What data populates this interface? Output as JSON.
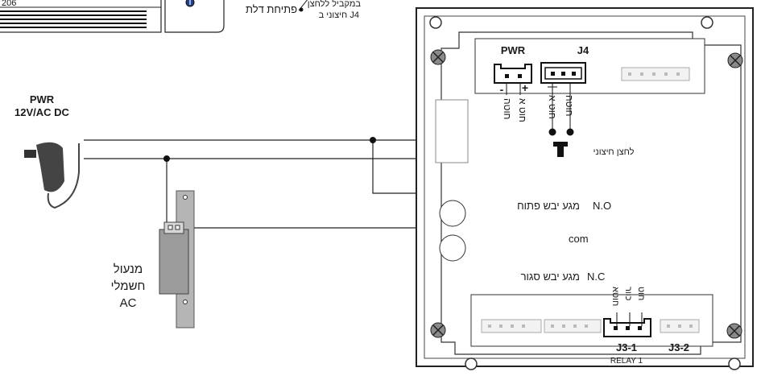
{
  "top_left": {
    "number": "206",
    "door_open": "פתיחת דלת",
    "note_line1": "במקביל ללחצן",
    "note_line2": "חיצוני ב J4"
  },
  "power": {
    "line1": "PWR",
    "line2": "12V/AC DC"
  },
  "lock": {
    "line1": "מנעול",
    "line2": "חשמלי",
    "line3": "AC"
  },
  "board": {
    "pwr_header": "PWR",
    "j4_header": "J4",
    "minus": "-",
    "plus": "+",
    "pwr_wire_a": "חוטה",
    "pwr_wire_b": "חוט א",
    "j4_wire_a": "חוט א",
    "j4_wire_b": "חוטה",
    "external_button": "לחצן חיצוני",
    "relay_no": "N.O",
    "relay_no_desc": "מגע יבש פתוח",
    "relay_com": "com",
    "relay_nc": "N.C",
    "relay_nc_desc": "מגע יבש סגור",
    "j3_wire_a": "חוטא",
    "j3_wire_b": "כוור",
    "j3_wire_c": "חוט",
    "j3_1": "J3-1",
    "j3_2": "J3-2",
    "relay_1": "RELAY 1"
  }
}
